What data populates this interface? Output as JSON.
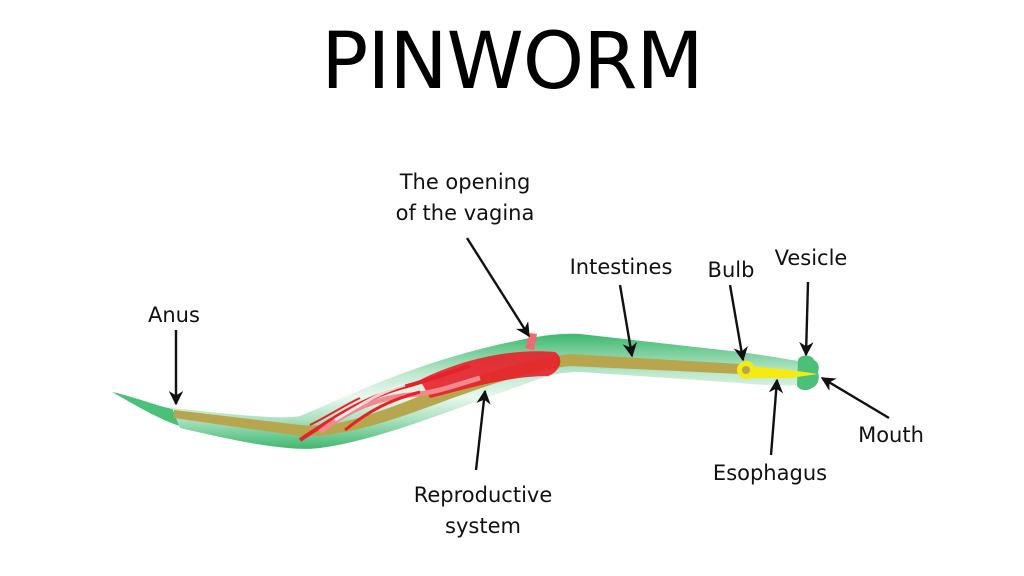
{
  "title": "PINWORM",
  "labels": {
    "anus": "Anus",
    "vagina_opening_line1": "The opening",
    "vagina_opening_line2": "of the vagina",
    "intestines": "Intestines",
    "bulb": "Bulb",
    "vesicle": "Vesicle",
    "mouth": "Mouth",
    "esophagus": "Esophagus",
    "reproductive_line1": "Reproductive",
    "reproductive_line2": "system"
  },
  "colors": {
    "body": "#4cbf78",
    "body_light": "#d8f2e1",
    "intestine": "#b7a64e",
    "reproductive": "#e8202a",
    "esophagus": "#f5eb12",
    "arrow": "#111111"
  }
}
